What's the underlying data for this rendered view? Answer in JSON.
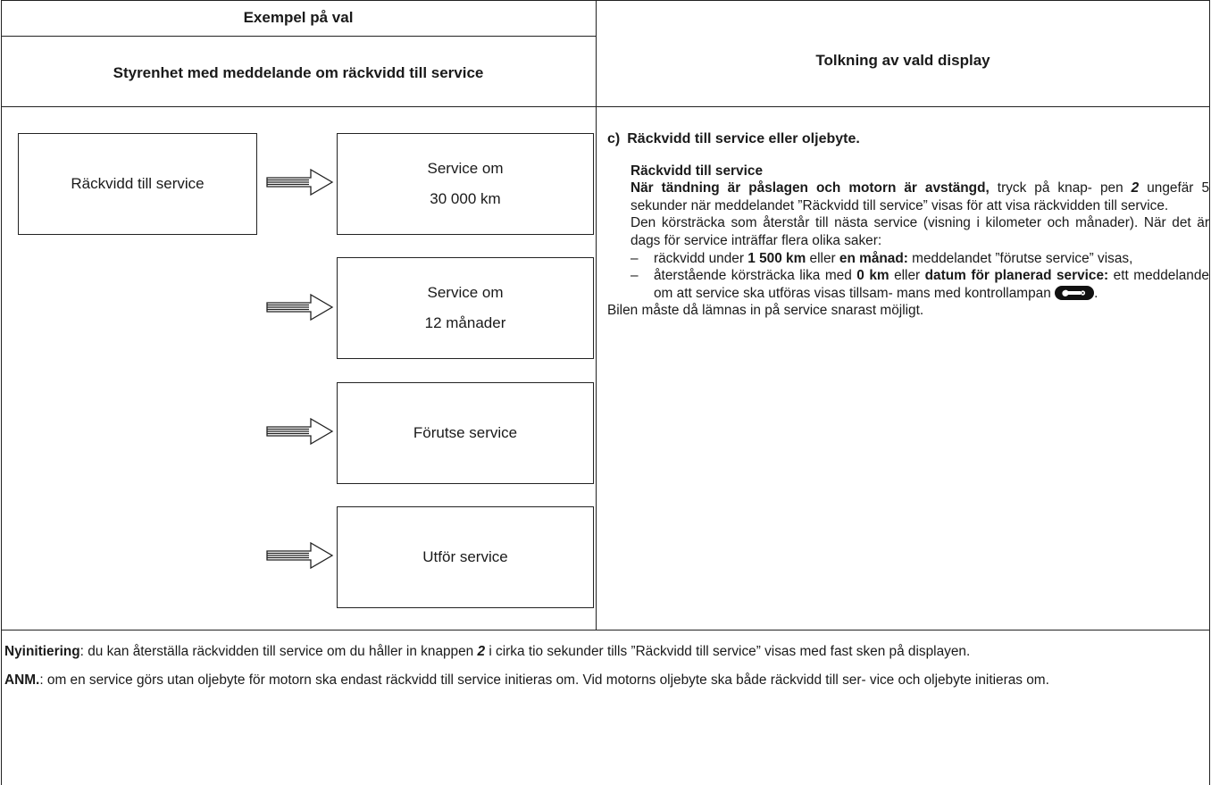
{
  "header": {
    "example_title": "Exempel på val",
    "left_subtitle": "Styrenhet med meddelande om räckvidd till service",
    "right_title": "Tolkning av vald display"
  },
  "left_column": {
    "source_box": "Räckvidd till service",
    "arrow_icon": "double-outline-arrow-right",
    "displays": [
      {
        "line1": "Service om",
        "line2": "30 000 km"
      },
      {
        "line1": "Service om",
        "line2": "12 månader"
      },
      {
        "line1": "Förutse service",
        "line2": ""
      },
      {
        "line1": "Utför service",
        "line2": ""
      }
    ]
  },
  "right_column": {
    "marker": "c)",
    "heading": "Räckvidd till service eller oljebyte.",
    "subheading": "Räckvidd till service",
    "p1_bold": "När tändning är påslagen och motorn är avstängd,",
    "p1_a": " tryck på knap- pen ",
    "p1_num": "2",
    "p1_b": " ungefär 5 sekunder när meddelandet ”Räckvidd till service” visas för att visa räckvidden till service.",
    "p2": "Den körsträcka som återstår till nästa service (visning i kilometer och månader). När det är dags för service inträffar flera olika saker:",
    "bullet1_a": "räckvidd under ",
    "bullet1_b": "1 500 km",
    "bullet1_c": " eller ",
    "bullet1_d": "en månad:",
    "bullet1_e": " meddelandet ”förutse service” visas,",
    "bullet2_a": "återstående körsträcka lika med ",
    "bullet2_b": "0 km",
    "bullet2_c": " eller ",
    "bullet2_d": "datum för planerad service:",
    "bullet2_e": " ett meddelande om att service ska utföras visas tillsam- mans med kontrollampan ",
    "bullet2_f": ".",
    "p3": "Bilen måste då lämnas in på service snarast möjligt.",
    "dash": "–",
    "lamp_icon": "wrench-icon"
  },
  "footer": {
    "note1_label": "Nyinitiering",
    "note1_a": ": du kan återställa räckvidden till service om du håller in knappen ",
    "note1_num": "2",
    "note1_b": " i cirka tio sekunder tills ”Räckvidd till service” visas med fast sken på displayen.",
    "note2_label": "ANM.",
    "note2_text": ": om en service görs utan oljebyte för motorn ska endast räckvidd till service initieras om. Vid motorns oljebyte ska både räckvidd till ser- vice och oljebyte initieras om."
  }
}
